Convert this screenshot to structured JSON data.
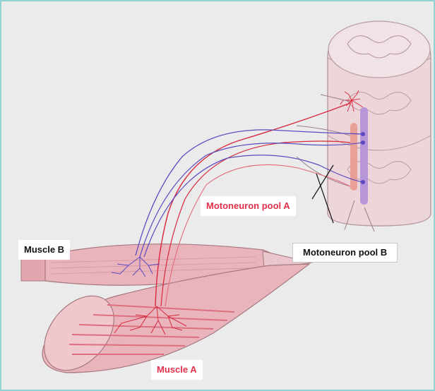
{
  "labels": {
    "muscle_b": "Muscle B",
    "motoneuron_pool_a": "Motoneuron pool A",
    "motoneuron_pool_b": "Motoneuron pool B",
    "muscle_a": "Muscle A"
  },
  "colors": {
    "background": "#ebebeb",
    "frame_border": "#8fd3d3",
    "label_red": "#e0304a",
    "label_black": "#111111",
    "nerve_red": "#d8283c",
    "nerve_blue": "#5a4cc0",
    "muscle_pink": "#eab4bc",
    "spinal_cord": "#edd8dc",
    "pool_a_column": "#e89a90",
    "pool_b_column": "#b493d8"
  },
  "icons": {
    "spinal_cord": "spinal-cord-illustration",
    "muscle_a": "muscle-a-illustration",
    "muscle_b": "muscle-b-illustration"
  }
}
